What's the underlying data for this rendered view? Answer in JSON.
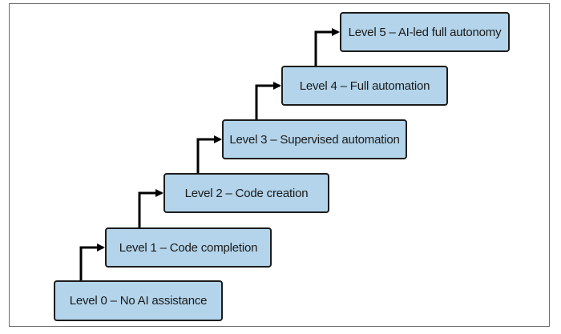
{
  "levels": [
    {
      "label": "Level 0 – No AI assistance"
    },
    {
      "label": "Level 1 – Code completion"
    },
    {
      "label": "Level 2 – Code creation"
    },
    {
      "label": "Level 3 – Supervised automation"
    },
    {
      "label": "Level 4 – Full automation"
    },
    {
      "label": "Level 5 – AI-led full autonomy"
    }
  ],
  "colors": {
    "box_fill": "#b3d4ea",
    "box_border": "#1c1c1c",
    "arrow": "#000000",
    "frame_border": "#6e6e6e"
  }
}
